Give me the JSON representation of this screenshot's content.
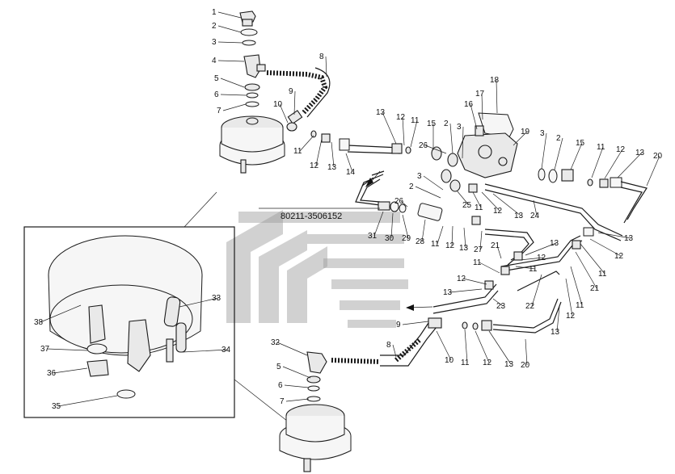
{
  "part_number": "80211-3506152",
  "callouts": [
    {
      "id": "c1",
      "text": "1"
    },
    {
      "id": "c2",
      "text": "2"
    },
    {
      "id": "c3",
      "text": "3"
    },
    {
      "id": "c4",
      "text": "4"
    },
    {
      "id": "c5",
      "text": "5"
    },
    {
      "id": "c6",
      "text": "6"
    },
    {
      "id": "c7",
      "text": "7"
    },
    {
      "id": "c8",
      "text": "8"
    },
    {
      "id": "c9",
      "text": "9"
    },
    {
      "id": "c10",
      "text": "10"
    },
    {
      "id": "c11a",
      "text": "11"
    },
    {
      "id": "c12a",
      "text": "12"
    },
    {
      "id": "c13a",
      "text": "13"
    },
    {
      "id": "c14",
      "text": "14"
    },
    {
      "id": "c13b",
      "text": "13"
    },
    {
      "id": "c12b",
      "text": "12"
    },
    {
      "id": "c11b",
      "text": "11"
    },
    {
      "id": "c15a",
      "text": "15"
    },
    {
      "id": "c2b",
      "text": "2"
    },
    {
      "id": "c3b",
      "text": "3"
    },
    {
      "id": "c16",
      "text": "16"
    },
    {
      "id": "c17",
      "text": "17"
    },
    {
      "id": "c18",
      "text": "18"
    },
    {
      "id": "c19",
      "text": "19"
    },
    {
      "id": "c26a",
      "text": "26"
    },
    {
      "id": "c3c",
      "text": "3"
    },
    {
      "id": "c2c",
      "text": "2"
    },
    {
      "id": "c15b",
      "text": "15"
    },
    {
      "id": "c11c",
      "text": "11"
    },
    {
      "id": "c12c",
      "text": "12"
    },
    {
      "id": "c13c",
      "text": "13"
    },
    {
      "id": "c20a",
      "text": "20"
    },
    {
      "id": "c3d",
      "text": "3"
    },
    {
      "id": "c2d",
      "text": "2"
    },
    {
      "id": "c26b",
      "text": "26"
    },
    {
      "id": "c25",
      "text": "25"
    },
    {
      "id": "c11d",
      "text": "11"
    },
    {
      "id": "c12d",
      "text": "12"
    },
    {
      "id": "c13d",
      "text": "13"
    },
    {
      "id": "c24",
      "text": "24"
    },
    {
      "id": "c31",
      "text": "31"
    },
    {
      "id": "c30",
      "text": "30"
    },
    {
      "id": "c29",
      "text": "29"
    },
    {
      "id": "c28",
      "text": "28"
    },
    {
      "id": "c11e",
      "text": "11"
    },
    {
      "id": "c12e",
      "text": "12"
    },
    {
      "id": "c13e",
      "text": "13"
    },
    {
      "id": "c27",
      "text": "27"
    },
    {
      "id": "c21a",
      "text": "21"
    },
    {
      "id": "c13f",
      "text": "13"
    },
    {
      "id": "c12f",
      "text": "12"
    },
    {
      "id": "c11f",
      "text": "11"
    },
    {
      "id": "c13g",
      "text": "13"
    },
    {
      "id": "c12g",
      "text": "12"
    },
    {
      "id": "c11g",
      "text": "11"
    },
    {
      "id": "c21b",
      "text": "21"
    },
    {
      "id": "c11h",
      "text": "11"
    },
    {
      "id": "c12h",
      "text": "12"
    },
    {
      "id": "c13h",
      "text": "13"
    },
    {
      "id": "c22",
      "text": "22"
    },
    {
      "id": "c23",
      "text": "23"
    },
    {
      "id": "c11i",
      "text": "11"
    },
    {
      "id": "c12i",
      "text": "12"
    },
    {
      "id": "c13i",
      "text": "13"
    },
    {
      "id": "c9b",
      "text": "9"
    },
    {
      "id": "c10b",
      "text": "10"
    },
    {
      "id": "c11j",
      "text": "11"
    },
    {
      "id": "c12j",
      "text": "12"
    },
    {
      "id": "c13j",
      "text": "13"
    },
    {
      "id": "c20b",
      "text": "20"
    },
    {
      "id": "c8b",
      "text": "8"
    },
    {
      "id": "c32",
      "text": "32"
    },
    {
      "id": "c5b",
      "text": "5"
    },
    {
      "id": "c6b",
      "text": "6"
    },
    {
      "id": "c7b",
      "text": "7"
    },
    {
      "id": "c33",
      "text": "33"
    },
    {
      "id": "c34",
      "text": "34"
    },
    {
      "id": "c35",
      "text": "35"
    },
    {
      "id": "c36",
      "text": "36"
    },
    {
      "id": "c37",
      "text": "37"
    },
    {
      "id": "c38",
      "text": "38"
    }
  ]
}
